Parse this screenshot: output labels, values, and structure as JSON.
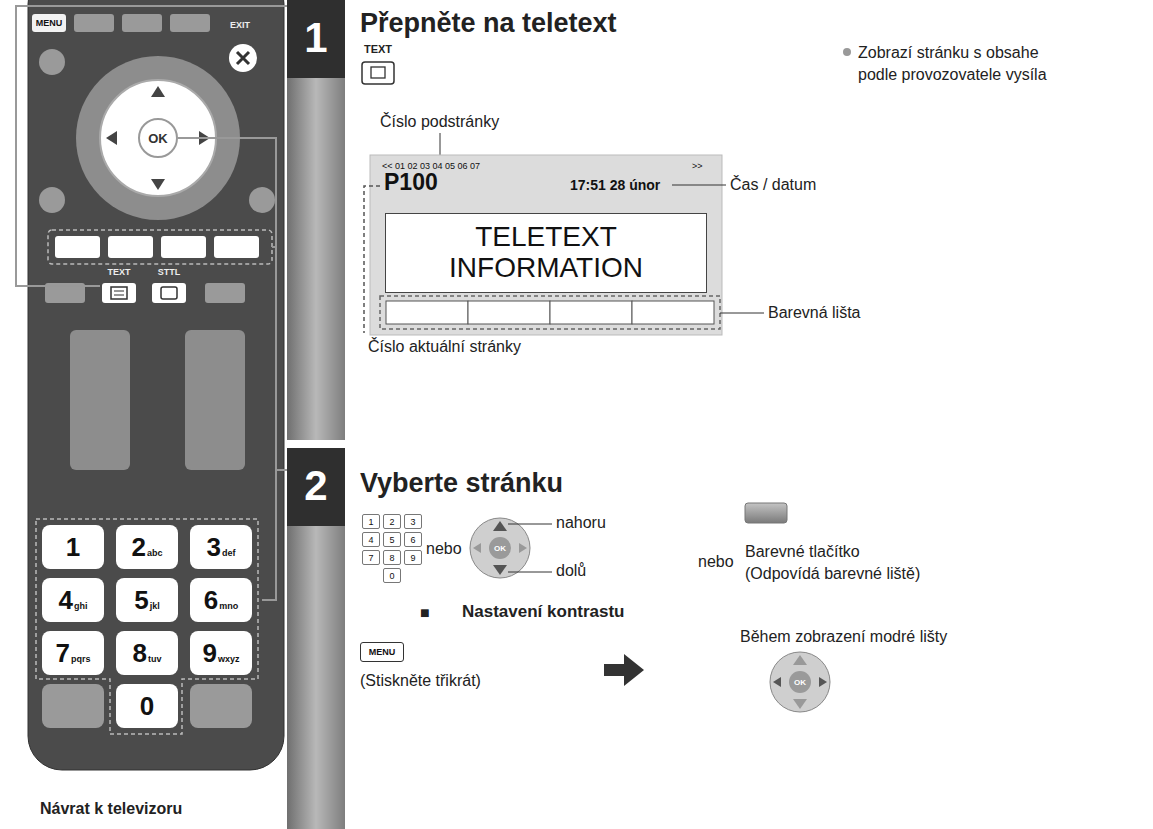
{
  "diagram": {
    "nodes": [
      {
        "text": [
          "MENU"
        ]
      },
      {
        "text": [
          "OK"
        ]
      },
      {
        "text": [
          "TEXT"
        ]
      },
      {
        "text": [
          "STTL"
        ]
      },
      {
        "text": [
          "1"
        ]
      },
      {
        "text": [
          "2",
          "abc"
        ]
      },
      {
        "text": [
          "3",
          "def"
        ]
      },
      {
        "text": [
          "4",
          "ghi"
        ]
      },
      {
        "text": [
          "5",
          "jkl"
        ]
      },
      {
        "text": [
          "6",
          "mno"
        ]
      },
      {
        "text": [
          "7",
          "pqrs"
        ]
      },
      {
        "text": [
          "8",
          "tuv"
        ]
      },
      {
        "text": [
          "9",
          "wxyz"
        ]
      },
      {
        "text": [
          "0"
        ]
      },
      {
        "text": [
          "1"
        ]
      },
      {
        "text": [
          "TEXT"
        ]
      },
      {
        "text": [
          "<< 01 02 03 04 05 06 07",
          ">>",
          "P100",
          "17:51 28 únor"
        ]
      },
      {
        "text": [
          "TELETEXT INFORMATION"
        ],
        "in": 16
      },
      {
        "text": [
          "2"
        ]
      },
      {
        "text": [
          "1"
        ]
      },
      {
        "text": [
          "2"
        ]
      },
      {
        "text": [
          "3"
        ]
      },
      {
        "text": [
          "4"
        ]
      },
      {
        "text": [
          "5"
        ]
      },
      {
        "text": [
          "6"
        ]
      },
      {
        "text": [
          "7"
        ]
      },
      {
        "text": [
          "8"
        ]
      },
      {
        "text": [
          "9"
        ]
      },
      {
        "text": [
          "0"
        ]
      },
      {
        "text": [
          "OK"
        ]
      },
      {
        "text": [
          "MENU"
        ]
      },
      {
        "text": [
          "OK"
        ]
      }
    ],
    "edges": [
      {
        "from": 2,
        "to": 14,
        "arrow": "none"
      },
      {
        "from": 1,
        "to": 18,
        "arrow": "none"
      }
    ],
    "labels": [
      "EXIT",
      "Přepněte na teletext",
      "Zobrazí stránku s obsahe podle provozovatele vysíla",
      "Číslo podstránky",
      "Čas / datum",
      "Barevná lišta",
      "Číslo aktuální stránky",
      "Vyberte stránku",
      "nebo",
      "nahoru",
      "dolů",
      "nebo",
      "Barevné tlačítko",
      "(Odpovídá barevné liště)",
      "■",
      "Nastavení kontrastu",
      "(Stiskněte třikrát)",
      "Během zobrazení modré lišty",
      "Návrat k televizoru"
    ]
  }
}
